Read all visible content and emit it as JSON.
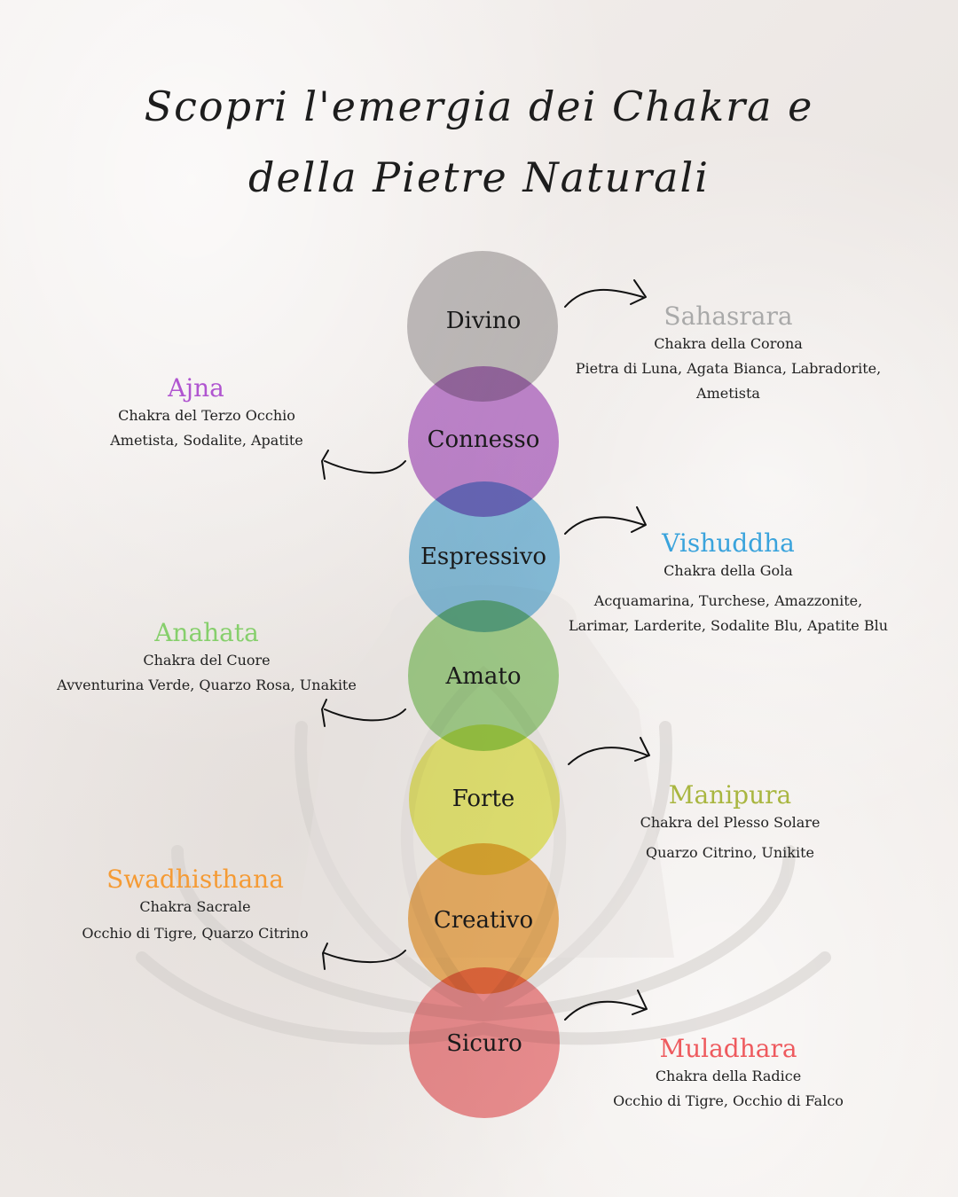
{
  "title": {
    "line1": "Scopri l'emergia dei Chakra e",
    "line2": "della Pietre Naturali"
  },
  "circles": [
    {
      "label": "Divino",
      "color": "#c4c2c3"
    },
    {
      "label": "Connesso",
      "color": "#c48ad6"
    },
    {
      "label": "Espressivo",
      "color": "#8ac6e6"
    },
    {
      "label": "Amato",
      "color": "#a9da94"
    },
    {
      "label": "Forte",
      "color": "#eef27a"
    },
    {
      "label": "Creativo",
      "color": "#f3b96b"
    },
    {
      "label": "Sicuro",
      "color": "#f29396"
    }
  ],
  "chakras": {
    "sahasrara": {
      "name": "Sahasrara",
      "color": "#a9a9a9",
      "subtitle": "Chakra della Corona",
      "stones_1": "Pietra di Luna, Agata Bianca, Labradorite,",
      "stones_2": "Ametista"
    },
    "ajna": {
      "name": "Ajna",
      "color": "#b055d0",
      "subtitle": "Chakra del Terzo Occhio",
      "stones_1": "Ametista, Sodalite, Apatite"
    },
    "vishuddha": {
      "name": "Vishuddha",
      "color": "#3aa3dc",
      "subtitle": "Chakra della Gola",
      "stones_1": "Acquamarina, Turchese, Amazzonite,",
      "stones_2": "Larimar, Larderite, Sodalite Blu, Apatite Blu"
    },
    "anahata": {
      "name": "Anahata",
      "color": "#86cf6c",
      "subtitle": "Chakra del Cuore",
      "stones_1": "Avventurina Verde, Quarzo Rosa, Unakite"
    },
    "manipura": {
      "name": "Manipura",
      "color": "#a9b640",
      "subtitle": "Chakra del Plesso Solare",
      "stones_1": "Quarzo Citrino, Unikite"
    },
    "swadhisthana": {
      "name": "Swadhisthana",
      "color": "#f59b35",
      "subtitle": "Chakra Sacrale",
      "stones_1": "Occhio di Tigre, Quarzo Citrino"
    },
    "muladhara": {
      "name": "Muladhara",
      "color": "#ee5a5e",
      "subtitle": "Chakra della Radice",
      "stones_1": "Occhio di Tigre, Occhio di Falco"
    }
  }
}
